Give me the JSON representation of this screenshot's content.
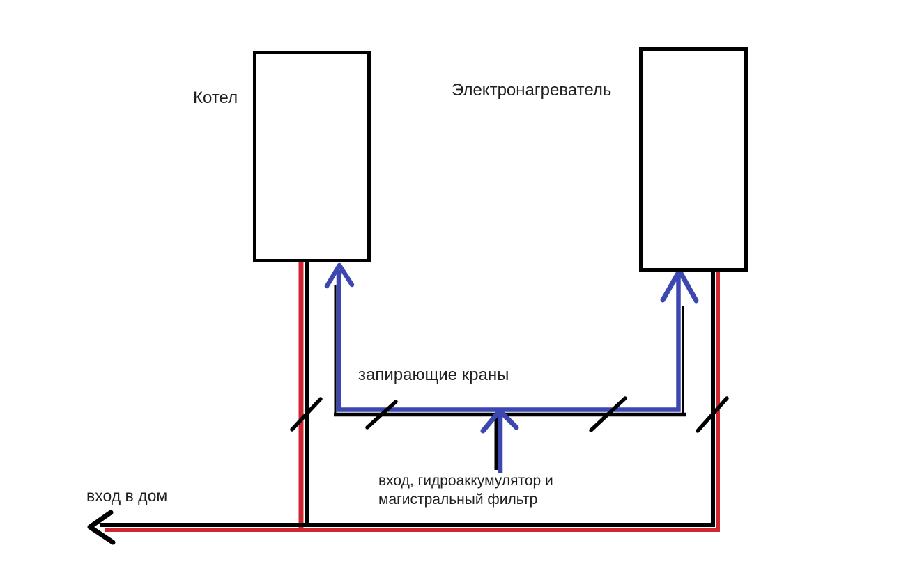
{
  "diagram": {
    "colors": {
      "background": "#ffffff",
      "pipe_outline": "#000000",
      "hot_line_red": "#cf2731",
      "cold_line_blue": "#3d47b2",
      "text": "#1f1f1f"
    },
    "nodes": [
      {
        "id": "boiler",
        "label": "Котел"
      },
      {
        "id": "electric-heater",
        "label": "Электронагреватель"
      }
    ],
    "annotations": {
      "shutoff_valves": "запирающие краны",
      "inlet_line1": "вход, гидроаккумулятор и",
      "inlet_line2": "магистральный фильтр",
      "house_entrance": "вход в дом"
    },
    "valve_count": 4
  }
}
